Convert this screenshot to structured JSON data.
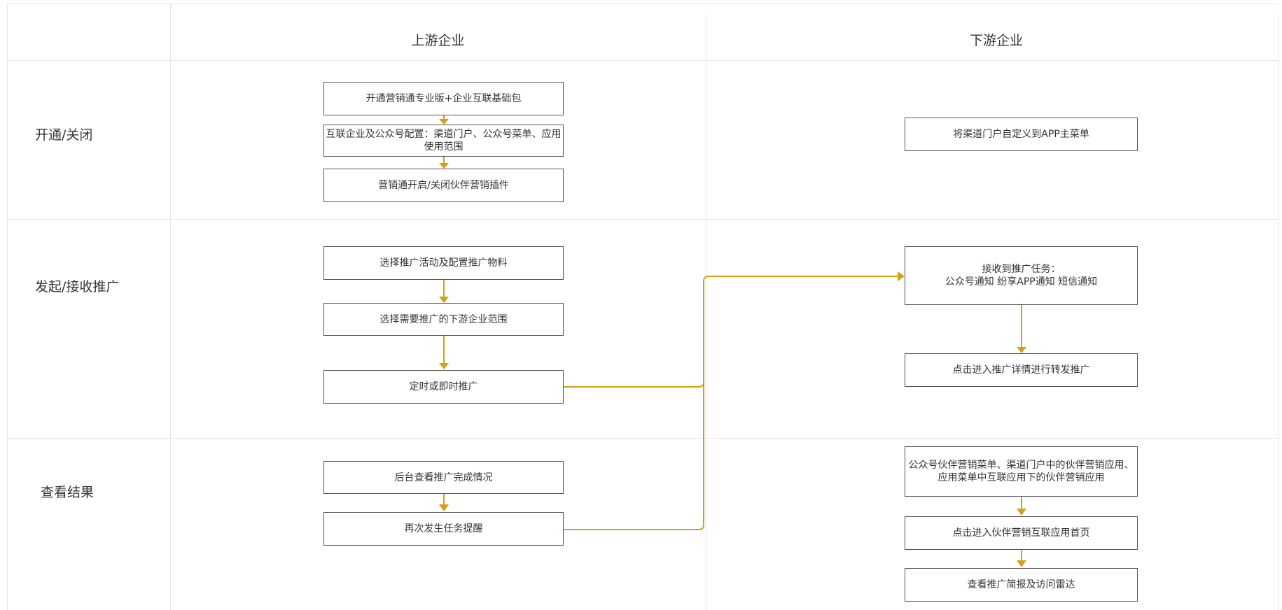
{
  "columns": {
    "upstream": "上游企业",
    "downstream": "下游企业"
  },
  "rows": {
    "open_close": "开通/关闭",
    "launch": "发起/接收推广",
    "results": "查看结果"
  },
  "boxes": {
    "u1": "开通营销通专业版+企业互联基础包",
    "u2": "互联企业及公众号配置：渠道门户、公众号菜单、应用\n使用范围",
    "u3": "营销通开启/关闭伙伴营销插件",
    "d1": "将渠道门户自定义到APP主菜单",
    "u4": "选择推广活动及配置推广物料",
    "u5": "选择需要推广的下游企业范围",
    "u6": "定时或即时推广",
    "d2": "接收到推广任务：\n公众号通知 纷享APP通知 短信通知",
    "d3": "点击进入推广详情进行转发推广",
    "u7": "后台查看推广完成情况",
    "u8": "再次发生任务提醒",
    "d4": "公众号伙伴营销菜单、渠道门户中的伙伴营销应用、\n应用菜单中互联应用下的伙伴营销应用",
    "d5": "点击进入伙伴营销互联应用首页",
    "d6": "查看推广简报及访问雷达"
  },
  "colors": {
    "arrow": "#d4a017",
    "border": "#555555",
    "grid": "#e6e6e6"
  }
}
